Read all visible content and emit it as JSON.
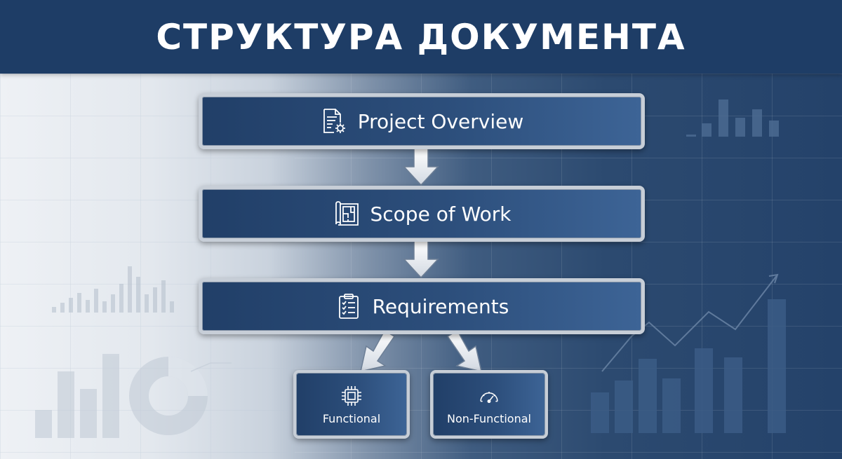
{
  "header": {
    "title": "СТРУКТУРА ДОКУМЕНТА"
  },
  "flow": {
    "steps": [
      {
        "label": "Project Overview",
        "icon": "document-gear-icon"
      },
      {
        "label": "Scope of Work",
        "icon": "blueprint-icon"
      },
      {
        "label": "Requirements",
        "icon": "clipboard-checklist-icon"
      }
    ],
    "branches": [
      {
        "label": "Functional",
        "icon": "chip-icon"
      },
      {
        "label": "Non-Functional",
        "icon": "speedometer-icon"
      }
    ]
  },
  "colors": {
    "header_bg": "#1e3d66",
    "box_fill": "#2c4e7b",
    "box_border": "#c7ced7",
    "arrow": "#eef1f5"
  }
}
